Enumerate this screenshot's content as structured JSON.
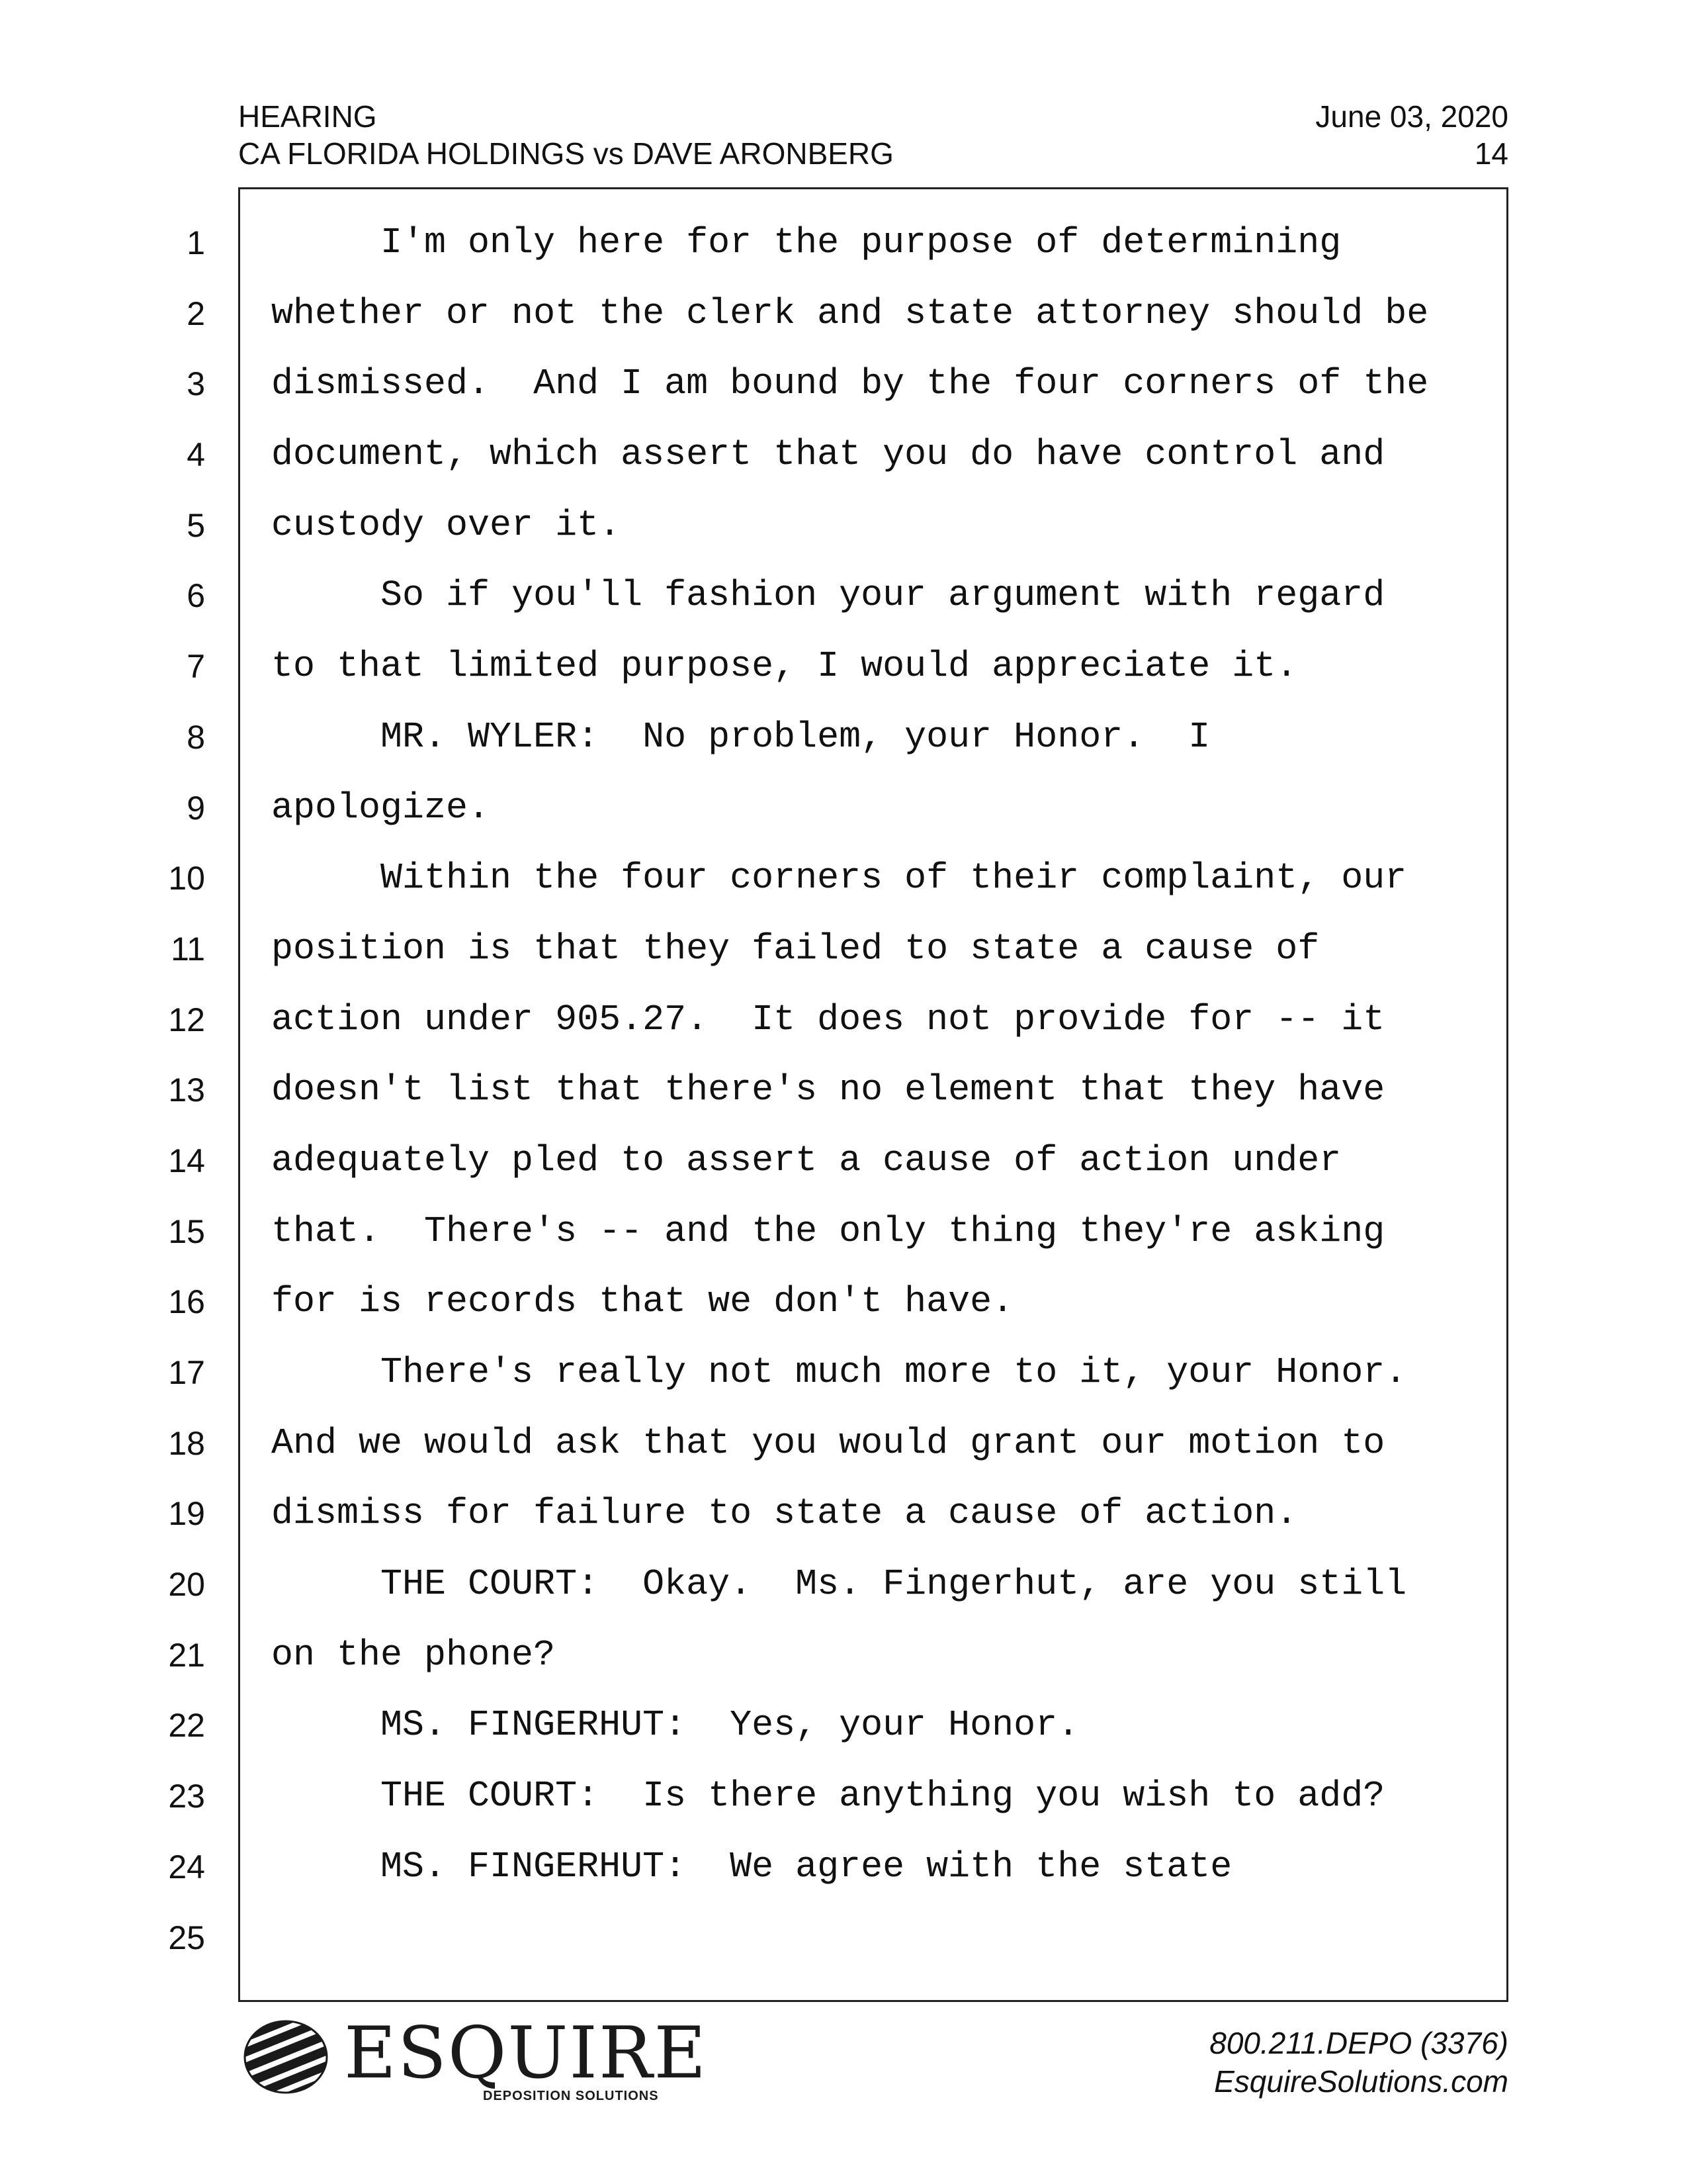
{
  "header": {
    "left_line1": "HEARING",
    "left_line2": "CA FLORIDA HOLDINGS vs DAVE ARONBERG",
    "date": "June 03, 2020",
    "page_number": "14"
  },
  "lines": [
    {
      "num": "1",
      "text": "     I'm only here for the purpose of determining"
    },
    {
      "num": "2",
      "text": "whether or not the clerk and state attorney should be"
    },
    {
      "num": "3",
      "text": "dismissed.  And I am bound by the four corners of the"
    },
    {
      "num": "4",
      "text": "document, which assert that you do have control and"
    },
    {
      "num": "5",
      "text": "custody over it."
    },
    {
      "num": "6",
      "text": "     So if you'll fashion your argument with regard"
    },
    {
      "num": "7",
      "text": "to that limited purpose, I would appreciate it."
    },
    {
      "num": "8",
      "text": "     MR. WYLER:  No problem, your Honor.  I"
    },
    {
      "num": "9",
      "text": "apologize."
    },
    {
      "num": "10",
      "text": "     Within the four corners of their complaint, our"
    },
    {
      "num": "11",
      "text": "position is that they failed to state a cause of"
    },
    {
      "num": "12",
      "text": "action under 905.27.  It does not provide for -- it"
    },
    {
      "num": "13",
      "text": "doesn't list that there's no element that they have"
    },
    {
      "num": "14",
      "text": "adequately pled to assert a cause of action under"
    },
    {
      "num": "15",
      "text": "that.  There's -- and the only thing they're asking"
    },
    {
      "num": "16",
      "text": "for is records that we don't have."
    },
    {
      "num": "17",
      "text": "     There's really not much more to it, your Honor."
    },
    {
      "num": "18",
      "text": "And we would ask that you would grant our motion to"
    },
    {
      "num": "19",
      "text": "dismiss for failure to state a cause of action."
    },
    {
      "num": "20",
      "text": "     THE COURT:  Okay.  Ms. Fingerhut, are you still"
    },
    {
      "num": "21",
      "text": "on the phone?"
    },
    {
      "num": "22",
      "text": "     MS. FINGERHUT:  Yes, your Honor."
    },
    {
      "num": "23",
      "text": "     THE COURT:  Is there anything you wish to add?"
    },
    {
      "num": "24",
      "text": "     MS. FINGERHUT:  We agree with the state"
    },
    {
      "num": "25",
      "text": ""
    }
  ],
  "footer": {
    "logo_text": "ESQUIRE",
    "logo_tagline": "DEPOSITION SOLUTIONS",
    "logo_icon": "striped-globe-icon",
    "phone": "800.211.DEPO (3376)",
    "website": "EsquireSolutions.com"
  }
}
